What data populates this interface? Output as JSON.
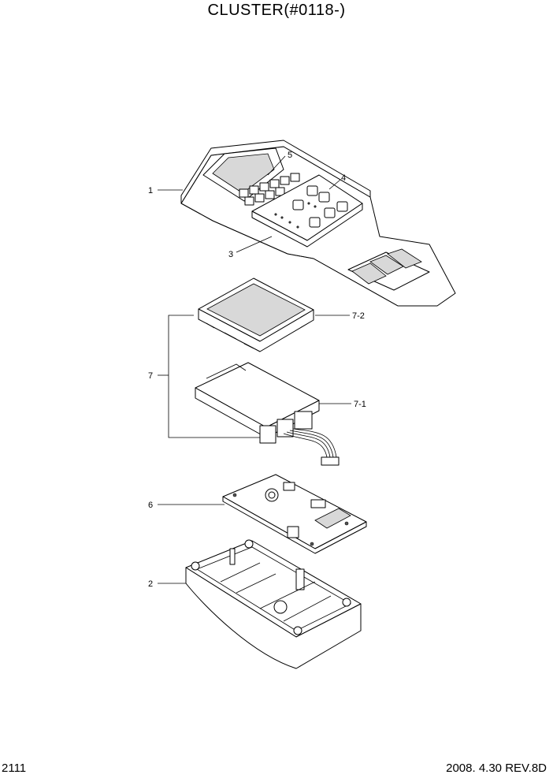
{
  "title": "CLUSTER(#0118-)",
  "footer": {
    "page_number": "2111",
    "date_rev": "2008. 4.30  REV.8D"
  },
  "callouts": [
    "1",
    "2",
    "3",
    "4",
    "5",
    "6",
    "7",
    "7-1",
    "7-2"
  ]
}
